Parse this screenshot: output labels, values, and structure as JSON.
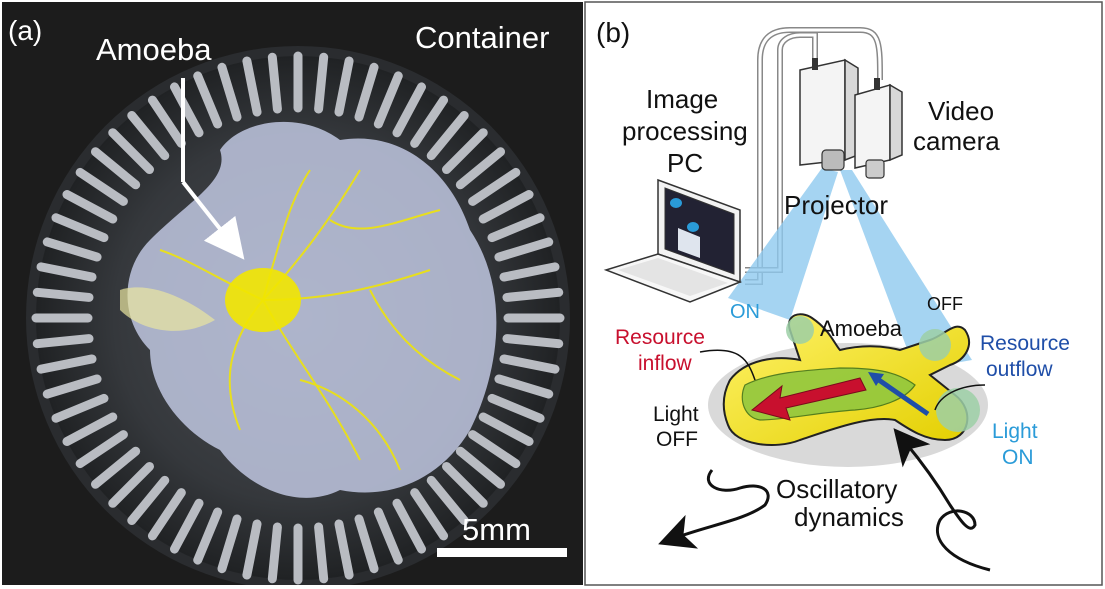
{
  "panel_a": {
    "label": "(a)",
    "amoeba_label": "Amoeba",
    "container_label": "Container",
    "scale_bar_label": "5mm"
  },
  "panel_b": {
    "label": "(b)",
    "pc_label_1": "Image",
    "pc_label_2": "processing",
    "pc_label_3": "PC",
    "camera_label_1": "Video",
    "camera_label_2": "camera",
    "projector_label": "Projector",
    "on_label": "ON",
    "off_label": "OFF",
    "amoeba_label": "Amoeba",
    "resource_inflow_1": "Resource",
    "resource_inflow_2": "inflow",
    "resource_outflow_1": "Resource",
    "resource_outflow_2": "outflow",
    "light_off_1": "Light",
    "light_off_2": "OFF",
    "light_on_1": "Light",
    "light_on_2": "ON",
    "dynamics_1": "Oscillatory",
    "dynamics_2": "dynamics"
  },
  "colors": {
    "photo_bg": "#1c1c1c",
    "amoeba_yellow": "#f2e600",
    "inflow_red": "#c8102e",
    "outflow_blue": "#1f4ea8",
    "light_blue": "#2a9bd8",
    "beam_blue": "#8ec9ef"
  }
}
